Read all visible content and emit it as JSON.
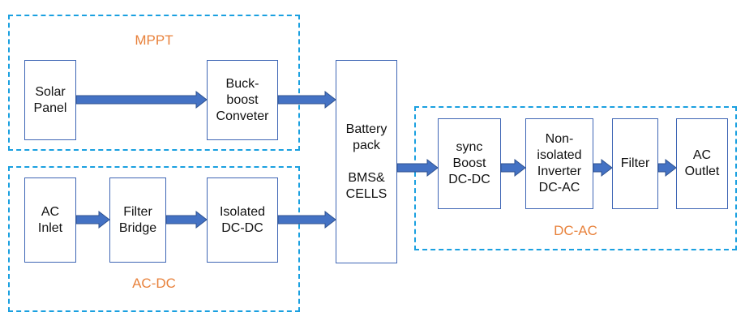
{
  "groups": {
    "mppt": "MPPT",
    "acdc": "AC-DC",
    "dcac": "DC-AC"
  },
  "blocks": {
    "solar_panel": "Solar\nPanel",
    "buck_boost": "Buck-\nboost\nConveter",
    "ac_inlet": "AC\nInlet",
    "filter_bridge": "Filter\nBridge",
    "isolated_dcdc": "Isolated\nDC-DC",
    "battery": "Battery\npack\n\nBMS&\nCELLS",
    "sync_boost": "sync\nBoost\nDC-DC",
    "inverter": "Non-\nisolated\nInverter\nDC-AC",
    "filter": "Filter",
    "ac_outlet": "AC\nOutlet"
  },
  "colors": {
    "group_border": "#1aa0e0",
    "group_label": "#e8823c",
    "block_border": "#3f66b5",
    "arrow_fill": "#4472c4",
    "arrow_stroke": "#2f528f"
  }
}
